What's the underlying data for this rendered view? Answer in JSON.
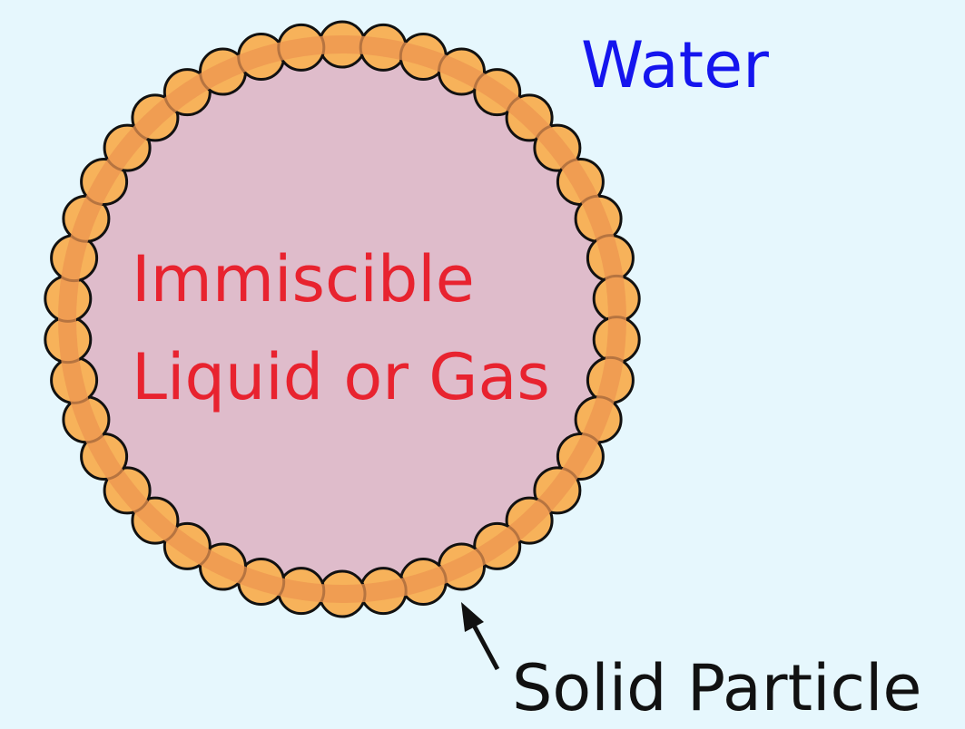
{
  "diagram": {
    "background_color": "#e6f7fd",
    "droplet_color": "#dfbccb",
    "particle_color": "#f7b25a",
    "particle_overlap_color": "#ed9550",
    "particle_outline_color": "#111111",
    "particle_count": 42,
    "labels": {
      "water": "Water",
      "inner_line1": "Immiscible",
      "inner_line2": "Liquid or Gas",
      "solid_particle": "Solid Particle"
    },
    "label_colors": {
      "water": "#1515ee",
      "inner": "#e8232f",
      "solid_particle": "#111111"
    }
  }
}
